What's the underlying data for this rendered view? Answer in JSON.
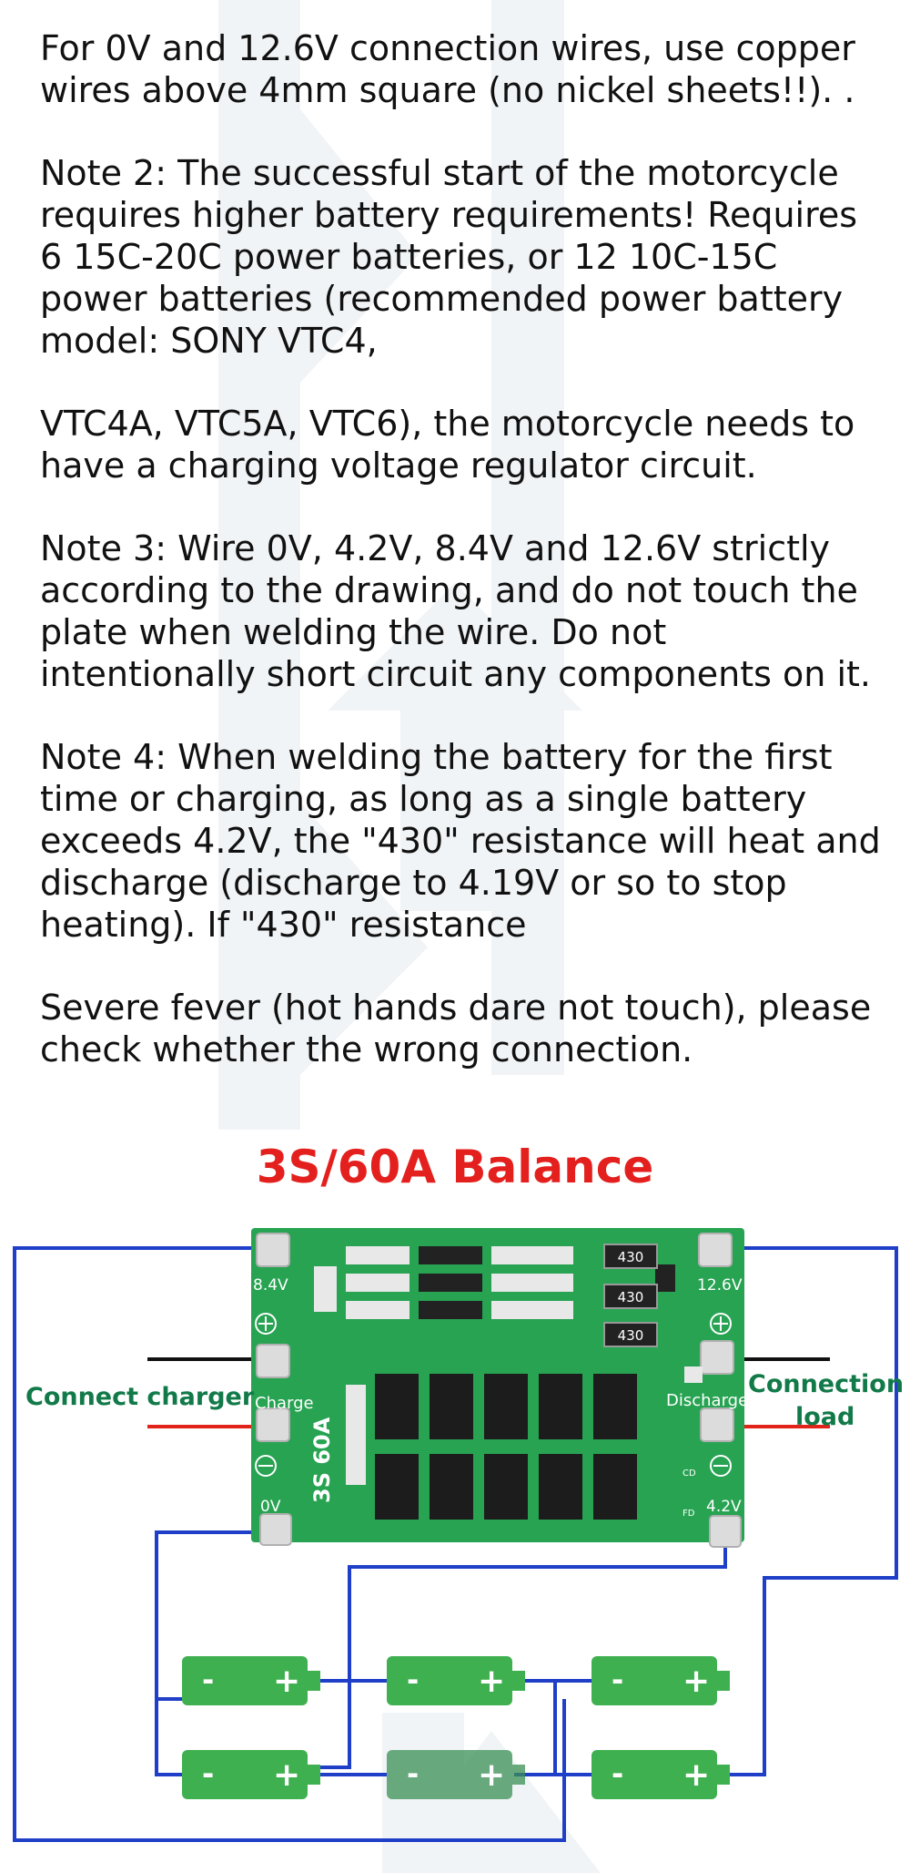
{
  "notes": {
    "p1": "For 0V and 12.6V connection wires, use copper wires above 4mm square (no nickel sheets!!). .",
    "p2": "Note 2: The successful start of the motorcycle requires higher battery requirements! Requires 6 15C-20C power batteries, or 12 10C-15C power batteries (recommended power battery model: SONY VTC4,",
    "p3": "VTC4A, VTC5A, VTC6), the motorcycle needs to have a charging voltage regulator circuit.",
    "p4": "Note 3: Wire 0V, 4.2V, 8.4V and 12.6V strictly according to the drawing, and do not touch the plate when welding the wire. Do not intentionally short circuit any components on it.",
    "p5": "Note 4: When welding the battery for the first time or charging, as long as a single battery exceeds 4.2V, the \"430\" resistance will heat and discharge (discharge to 4.19V or so to stop heating). If \"430\" resistance",
    "p6": "Severe fever (hot hands dare not touch), please check whether the wrong connection."
  },
  "diagram": {
    "title": "3S/60A Balance",
    "connect_charger": "Connect charger",
    "connection": "Connection",
    "load": "load",
    "pcb": {
      "v84": "8.4V",
      "v126": "12.6V",
      "v42": "4.2V",
      "v0": "0V",
      "charge": "Charge",
      "discharge": "Discharge",
      "model": "3S 60A",
      "resistor": "430",
      "cd": "CD",
      "fd": "FD"
    },
    "battery_minus": "-",
    "battery_plus": "+"
  },
  "colors": {
    "wire": "#1f3fc9",
    "pcb": "#27a352",
    "battery": "#3fb04f",
    "title": "#e3201d",
    "label": "#127a49",
    "red_wire": "#e2231a"
  }
}
